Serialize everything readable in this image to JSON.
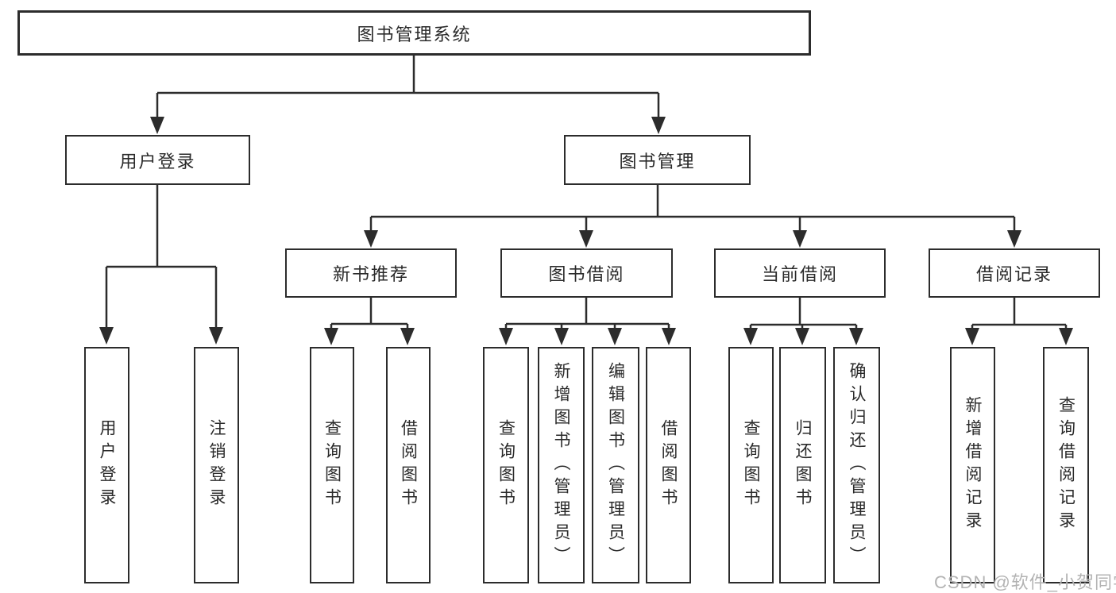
{
  "diagram": {
    "title_node": {
      "label": "图书管理系统"
    },
    "level2": [
      {
        "label": "用户登录"
      },
      {
        "label": "图书管理"
      }
    ],
    "level3": [
      {
        "label": "新书推荐"
      },
      {
        "label": "图书借阅"
      },
      {
        "label": "当前借阅"
      },
      {
        "label": "借阅记录"
      }
    ],
    "leaves": [
      {
        "label": "用户登录"
      },
      {
        "label": "注销登录"
      },
      {
        "label": "查询图书"
      },
      {
        "label": "借阅图书"
      },
      {
        "label": "查询图书"
      },
      {
        "label": "新增图书（管理员）"
      },
      {
        "label": "编辑图书（管理员）"
      },
      {
        "label": "借阅图书"
      },
      {
        "label": "查询图书"
      },
      {
        "label": "归还图书"
      },
      {
        "label": "确认归还（管理员）"
      },
      {
        "label": "新增借阅记录"
      },
      {
        "label": "查询借阅记录"
      }
    ]
  },
  "watermark": {
    "text": "CSDN @软件_小贺同学"
  },
  "colors": {
    "line": "#2c2c2c",
    "box_border": "#2c2c2c",
    "text": "#2a2a2a",
    "watermark": "#b3b3b3",
    "background": "#ffffff"
  }
}
